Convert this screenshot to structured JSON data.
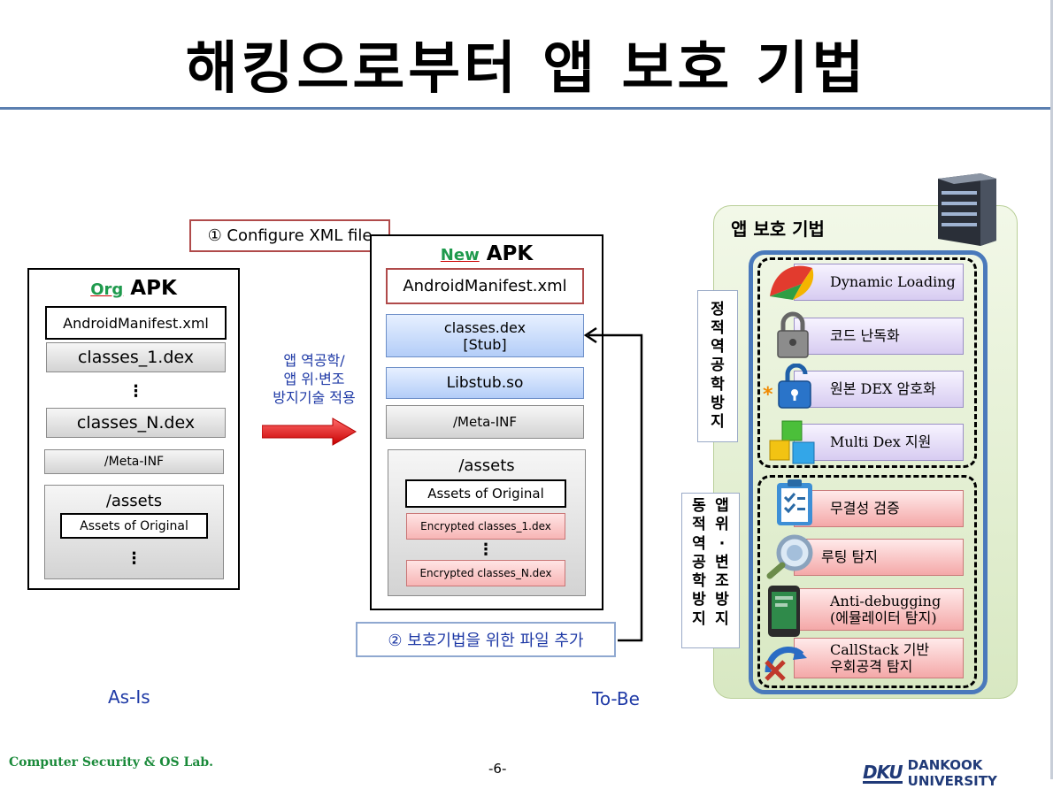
{
  "slide": {
    "title": "해킹으로부터 앱 보호 기법",
    "page_number": "-6-",
    "footer_left": "Computer Security & OS Lab.",
    "footer_right": "DANKOOK UNIVERSITY",
    "footer_logo_text": "DKU"
  },
  "org_apk": {
    "prefix": "Org",
    "title": "APK",
    "manifest": "AndroidManifest.xml",
    "dex_first": "classes_1.dex",
    "dots": "⋮",
    "dex_last": "classes_N.dex",
    "meta_inf": "/Meta-INF",
    "assets": "/assets",
    "assets_original": "Assets of Original",
    "assets_dots": "⋮"
  },
  "transform": {
    "line1": "앱 역공학/",
    "line2": "앱 위·변조",
    "line3": "방지기술 적용"
  },
  "new_apk": {
    "prefix": "New",
    "title": "APK",
    "manifest": "AndroidManifest.xml",
    "classes_dex": "classes.dex",
    "stub": "[Stub]",
    "libstub": "Libstub.so",
    "meta_inf": "/Meta-INF",
    "assets": "/assets",
    "assets_original": "Assets of Original",
    "enc_first": "Encrypted classes_1.dex",
    "enc_dots": "⋮",
    "enc_last": "Encrypted classes_N.dex"
  },
  "callouts": {
    "configure": "① Configure XML file",
    "add_file": "② 보호기법을 위한 파일 추가"
  },
  "labels": {
    "as_is": "As-Is",
    "to_be": "To-Be"
  },
  "protection": {
    "title": "앱 보호 기법",
    "static_label": "정적 역공학 방지",
    "dynamic_label": "동적 역공학 방지",
    "tamper_label": "앱 위·변조방지",
    "static_techniques": [
      "Dynamic Loading",
      "코드 난독화",
      "원본 DEX 암호화",
      "Multi Dex 지원"
    ],
    "dynamic_techniques": [
      "무결성 검증",
      "루팅 탐지",
      "Anti-debugging",
      "(에뮬레이터 탐지)",
      "CallStack 기반",
      "우회공격 탐지"
    ]
  },
  "colors": {
    "title_rule": "#5b7fb0",
    "green_prefix": "#1f9a4d",
    "arrow_red": "#e01010",
    "panel_border": "#4a79bb",
    "callout_red": "#b04a4a",
    "callout_blue": "#8fa8d0",
    "as_is_text": "#1f3aa6"
  }
}
